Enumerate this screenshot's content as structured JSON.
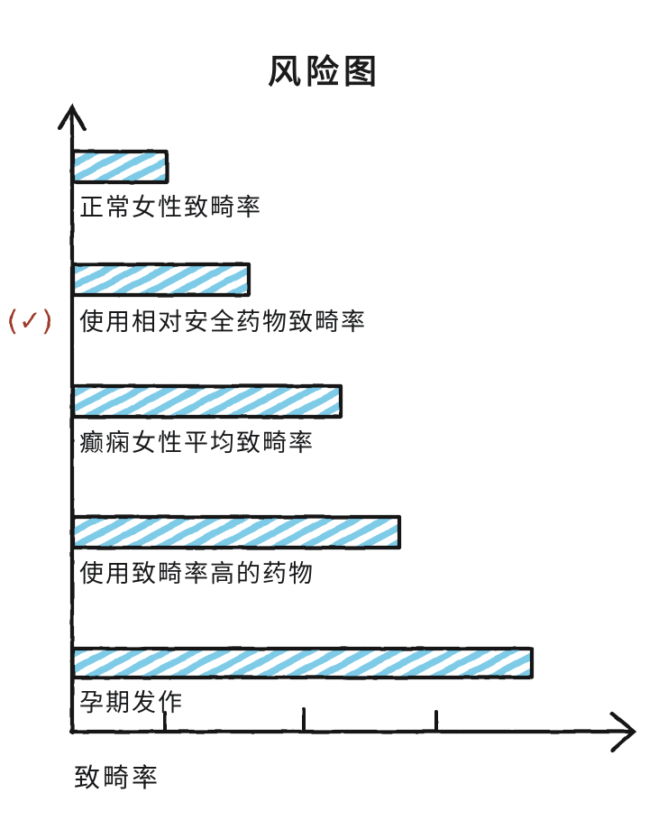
{
  "chart_data": {
    "type": "bar",
    "orientation": "horizontal",
    "title": "风险图",
    "xlabel": "致畸率",
    "ylabel": "",
    "grid": false,
    "legend": null,
    "xlim": [
      0,
      6.7
    ],
    "categories": [
      "正常女性致畸率",
      "使用相对安全药物致畸率",
      "癫痫女性平均致畸率",
      "使用致畸率高的药物",
      "孕期发作"
    ],
    "values": [
      1.05,
      1.96,
      2.98,
      3.63,
      5.1
    ],
    "xticks": [
      "",
      "",
      ""
    ],
    "xtick_positions": [
      1.03,
      2.56,
      4.02
    ],
    "annotations": [
      {
        "text": "(✓)",
        "target_category": "使用相对安全药物致畸率",
        "color": "#9d3a2c"
      }
    ],
    "bar_fill_color": "#7ecbe8",
    "bar_fill_pattern": "diagonal-hatch",
    "bar_outline_color": "#131313",
    "style": "hand-drawn"
  },
  "chart": {
    "title": "风险图",
    "axis_x_label": "致畸率",
    "bars": [
      {
        "label": "正常女性致畸率",
        "value": 1.05
      },
      {
        "label": "使用相对安全药物致畸率",
        "value": 1.96
      },
      {
        "label": "癫痫女性平均致畸率",
        "value": 2.98
      },
      {
        "label": "使用致畸率高的药物",
        "value": 3.63
      },
      {
        "label": "孕期发作",
        "value": 5.1
      }
    ],
    "marker_label": "(✓)"
  }
}
